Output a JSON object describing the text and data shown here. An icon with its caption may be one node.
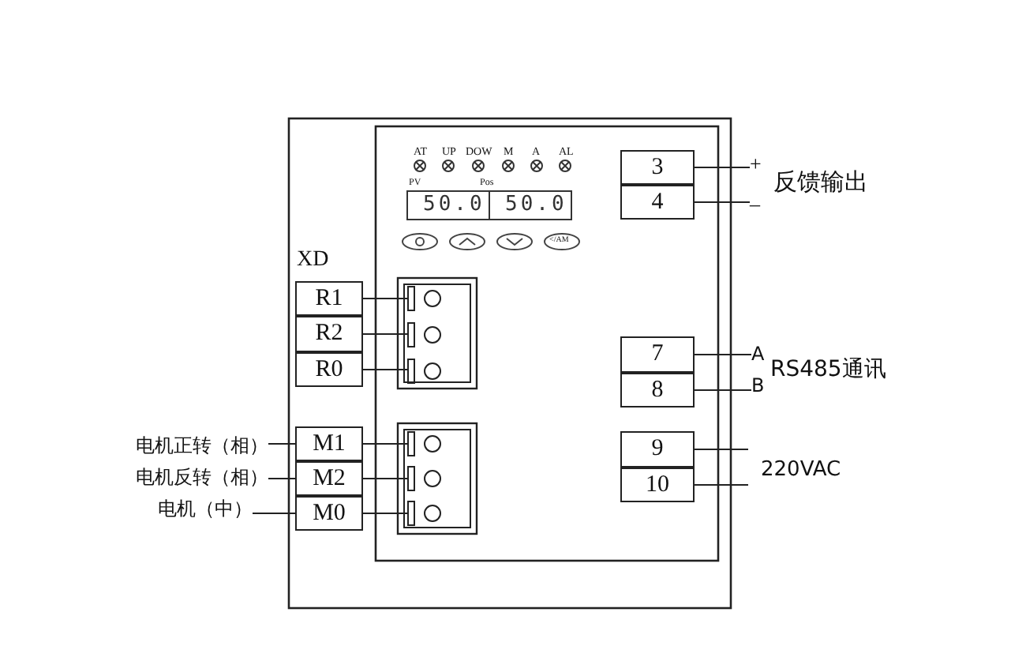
{
  "diagram": {
    "nodes": [
      {
        "text": [
          "3"
        ]
      },
      {
        "text": [
          "4"
        ]
      },
      {
        "text": [
          "+"
        ]
      },
      {
        "text": [
          "_"
        ]
      },
      {
        "text": [
          "R1"
        ]
      },
      {
        "text": [
          "R2"
        ]
      },
      {
        "text": [
          "R0"
        ]
      },
      {
        "text": [],
        "shape": "circle"
      },
      {
        "text": [],
        "shape": "circle"
      },
      {
        "text": [],
        "shape": "circle"
      },
      {
        "text": [
          "7"
        ]
      },
      {
        "text": [
          "8"
        ]
      },
      {
        "text": [
          "A"
        ]
      },
      {
        "text": [
          "B"
        ]
      },
      {
        "text": [
          "电机正转（相）"
        ]
      },
      {
        "text": [
          "M1"
        ]
      },
      {
        "text": [
          "电机反转（相）"
        ]
      },
      {
        "text": [
          "M2"
        ]
      },
      {
        "text": [
          "电机（中）"
        ]
      },
      {
        "text": [
          "M0"
        ]
      },
      {
        "text": [],
        "shape": "circle"
      },
      {
        "text": [],
        "shape": "circle"
      },
      {
        "text": [],
        "shape": "circle"
      },
      {
        "text": [
          "9"
        ]
      },
      {
        "text": [
          "10"
        ]
      }
    ],
    "edges": [
      {
        "from": 0,
        "to": 2,
        "arrow": "none"
      },
      {
        "from": 1,
        "to": 3,
        "arrow": "none"
      },
      {
        "from": 4,
        "to": 7,
        "arrow": "none"
      },
      {
        "from": 5,
        "to": 8,
        "arrow": "none"
      },
      {
        "from": 6,
        "to": 9,
        "arrow": "none"
      },
      {
        "from": 10,
        "to": 12,
        "arrow": "none"
      },
      {
        "from": 11,
        "to": 13,
        "arrow": "none"
      },
      {
        "from": 14,
        "to": 15,
        "arrow": "none"
      },
      {
        "from": 16,
        "to": 17,
        "arrow": "none"
      },
      {
        "from": 18,
        "to": 19,
        "arrow": "none"
      },
      {
        "from": 15,
        "to": 20,
        "arrow": "none"
      },
      {
        "from": 17,
        "to": 21,
        "arrow": "none"
      },
      {
        "from": 19,
        "to": 22,
        "arrow": "none"
      },
      {
        "from": 23,
        "to": null,
        "arrow": "none"
      },
      {
        "from": 24,
        "to": null,
        "arrow": "none"
      }
    ],
    "labels": [
      "AT",
      "UP",
      "DOW",
      "M",
      "A",
      "AL",
      "PV",
      "Pos",
      "50.0",
      "50.0",
      "</AM",
      "反馈输出",
      "XD",
      "RS485通讯",
      "220VAC"
    ]
  }
}
